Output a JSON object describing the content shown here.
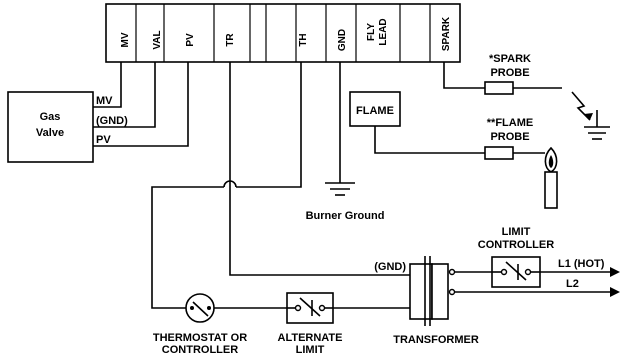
{
  "terminals": [
    "MV",
    "VAL",
    "PV",
    "TR",
    "",
    "TH",
    "GND",
    "FLY",
    "LEAD",
    "",
    "SPARK"
  ],
  "gas_valve": {
    "line1": "Gas",
    "line2": "Valve",
    "mv_label": "MV",
    "gnd_label": "(GND)",
    "pv_label": "PV"
  },
  "flame_box": "FLAME",
  "spark_probe": {
    "line1": "*SPARK",
    "line2": "PROBE"
  },
  "flame_probe": {
    "line1": "**FLAME",
    "line2": "PROBE"
  },
  "burner_ground": "Burner Ground",
  "limit_controller": {
    "line1": "LIMIT",
    "line2": "CONTROLLER"
  },
  "gnd_label": "(GND)",
  "l1_label": "L1 (HOT)",
  "l2_label": "L2",
  "thermostat": {
    "line1": "THERMOSTAT OR",
    "line2": "CONTROLLER"
  },
  "alternate_limit": {
    "line1": "ALTERNATE",
    "line2": "LIMIT"
  },
  "transformer": "TRANSFORMER"
}
